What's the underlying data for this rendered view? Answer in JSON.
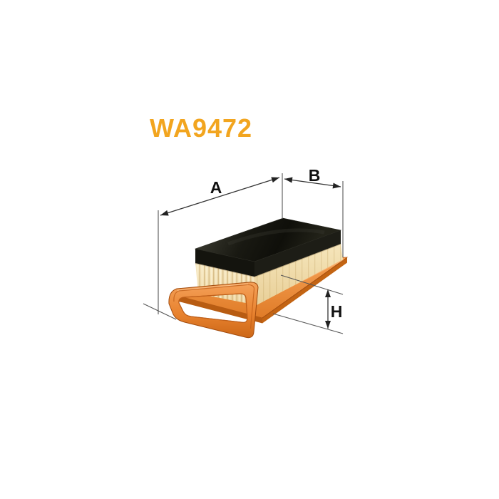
{
  "product": {
    "code": "WA9472"
  },
  "diagram": {
    "type": "product-dimension-diagram",
    "subject": "panel-air-filter",
    "dimension_labels": [
      {
        "label": "A"
      },
      {
        "label": "B"
      },
      {
        "label": "H"
      }
    ]
  },
  "colors": {
    "background": "#FFFFFF",
    "product_code": "#F2A51F",
    "foam_seal_black": "#1A1A12",
    "media_cream": "#F3E2B8",
    "frame_orange": "#E8822E",
    "dimension_line": "#333333"
  }
}
